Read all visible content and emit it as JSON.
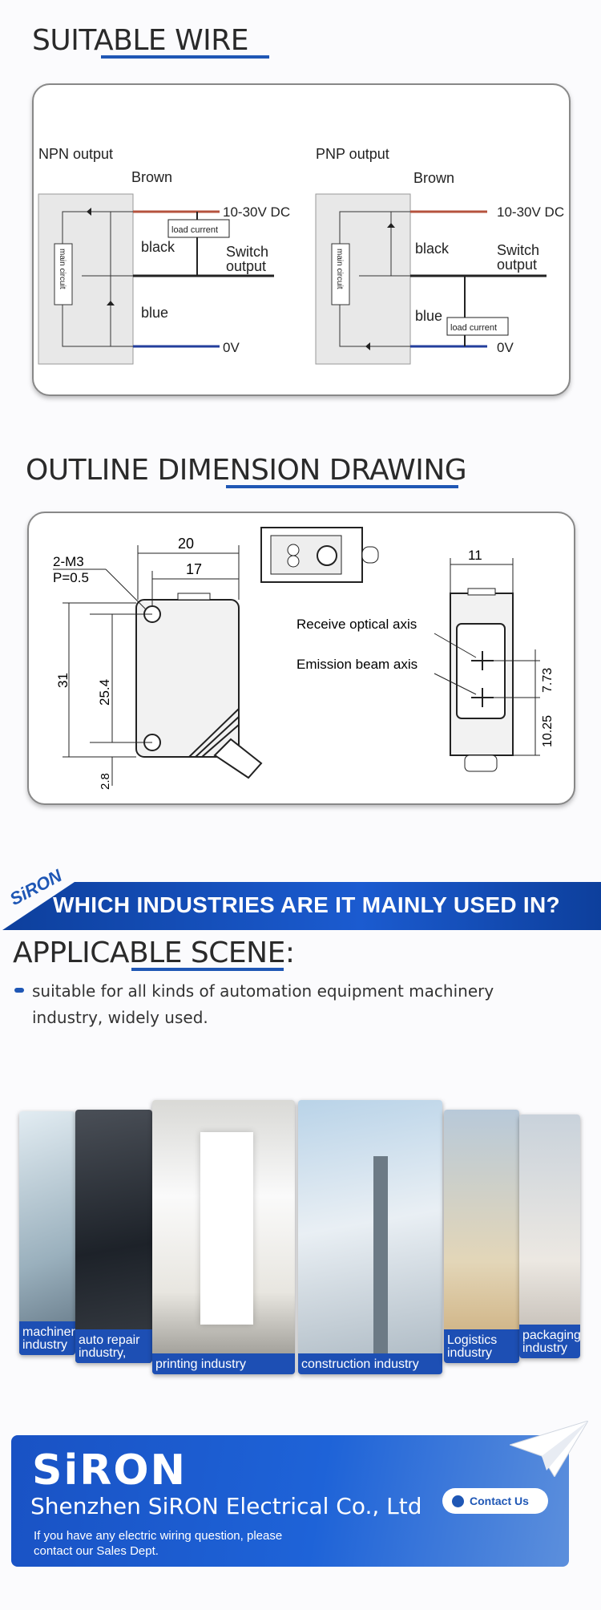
{
  "wire_section": {
    "title": "SUITABLE WIRE",
    "npn": {
      "heading": "NPN output",
      "brown": "Brown",
      "dc": "10-30V DC",
      "load": "load current",
      "black": "black",
      "switch1": "Switch",
      "switch2": "output",
      "blue": "blue",
      "zero": "0V",
      "main": "main circuit"
    },
    "pnp": {
      "heading": "PNP output",
      "brown": "Brown",
      "dc": "10-30V DC",
      "load": "load current",
      "black": "black",
      "switch1": "Switch",
      "switch2": "output",
      "blue": "blue",
      "zero": "0V",
      "main": "main circuit"
    }
  },
  "dimension_section": {
    "title": "OUTLINE DIMENSION DRAWING",
    "screw1": "2-M3",
    "screw2": "P=0.5",
    "d20": "20",
    "d17": "17",
    "d31": "31",
    "d25": "25.4",
    "d28": "2.8",
    "d11": "11",
    "d773": "7.73",
    "d1025": "10.25",
    "receive": "Receive optical axis",
    "emission": "Emission beam axis"
  },
  "industry": {
    "banner": "WHICH INDUSTRIES ARE IT MAINLY USED IN?",
    "brand_mini": "SiRON",
    "scene_title": "APPLICABLE SCENE:",
    "description": "suitable for all kinds of automation equipment machinery industry, widely used.",
    "cards": [
      {
        "label": "machinery industry"
      },
      {
        "label": "auto repair industry,"
      },
      {
        "label": "printing industry"
      },
      {
        "label": "construction industry"
      },
      {
        "label": "Logistics industry"
      },
      {
        "label": "packaging industry"
      }
    ]
  },
  "footer": {
    "logo": "SiRON",
    "company": "Shenzhen SiRON Electrical Co., Ltd",
    "note": "If you have any electric wiring question, please contact our Sales Dept.",
    "contact": "Contact Us"
  }
}
